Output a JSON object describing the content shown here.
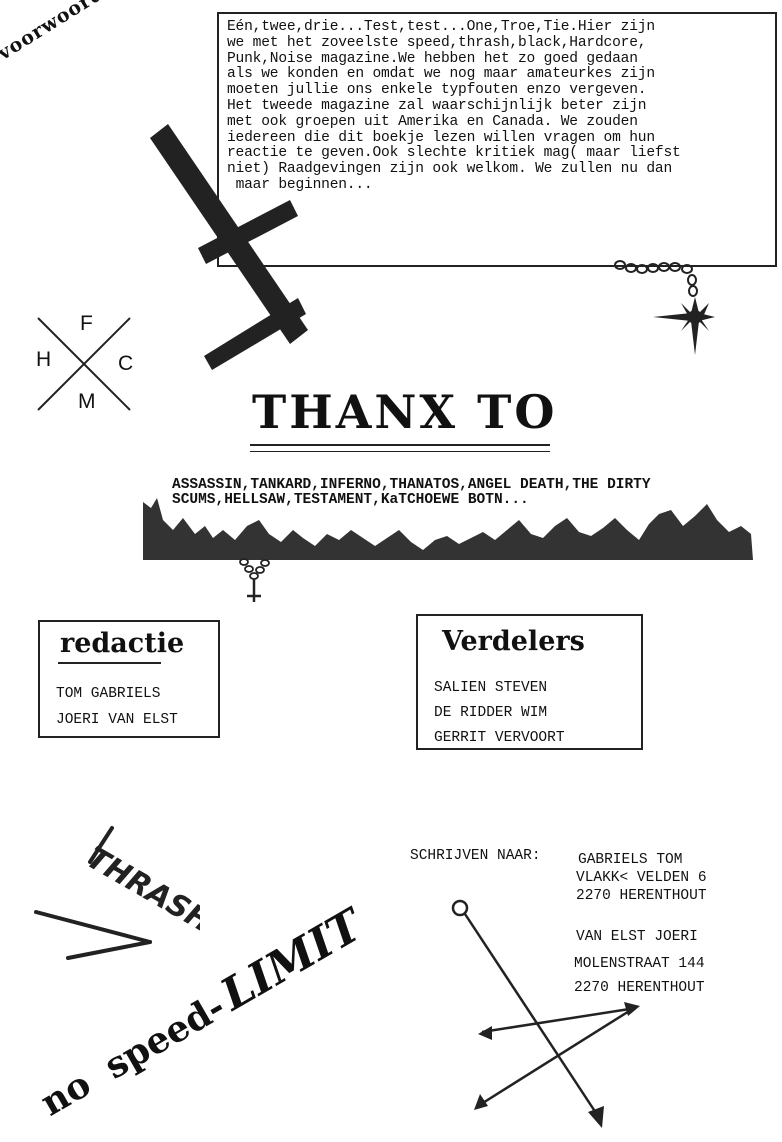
{
  "voorwoord": "voorwoord!?..",
  "intro_text": "Eén,twee,drie...Test,test...One,Troe,Tie.Hier zijn\nwe met het zoveelste speed,thrash,black,Hardcore,\nPunk,Noise magazine.We hebben het zo goed gedaan\nals we konden en omdat we nog maar amateurkes zijn\nmoeten jullie ons enkele typfouten enzo vergeven.\nHet tweede magazine zal waarschijnlijk beter zijn\nmet ook groepen uit Amerika en Canada. We zouden\niedereen die dit boekje lezen willen vragen om hun\nreactie te geven.Ook slechte kritiek mag( maar liefst\nniet) Raadgevingen zijn ook welkom. We zullen nu dan\n maar beginnen...",
  "hfcm": {
    "top": "F",
    "left": "H",
    "right": "C",
    "bottom": "M"
  },
  "thanks_title": "THANX TO",
  "thanks_list": "ASSASSIN,TANKARD,INFERNO,THANATOS,ANGEL DEATH,THE DIRTY\nSCUMS,HELLSAW,TESTAMENT,KaTCHOEWE BOTN...",
  "redactie": {
    "title": "redactie",
    "members": [
      "TOM GABRIELS",
      "JOERI VAN ELST"
    ]
  },
  "verdelers": {
    "title": "Verdelers",
    "members": [
      "SALIEN STEVEN",
      "DE RIDDER WIM",
      "GERRIT VERVOORT"
    ]
  },
  "thrash_logo": "THRASH",
  "address": {
    "label": "SCHRIJVEN NAAR:",
    "first": [
      "GABRIELS TOM",
      "VLAKK< VELDEN 6",
      "2270 HERENTHOUT"
    ],
    "second": [
      "VAN ELST JOERI",
      "MOLENSTRAAT 144",
      "2270 HERENTHOUT"
    ]
  },
  "speed_limit": {
    "part1": "no",
    "part2": "speed-",
    "part3": "LIMIT"
  },
  "colors": {
    "ink": "#111111",
    "paper": "#ffffff"
  }
}
